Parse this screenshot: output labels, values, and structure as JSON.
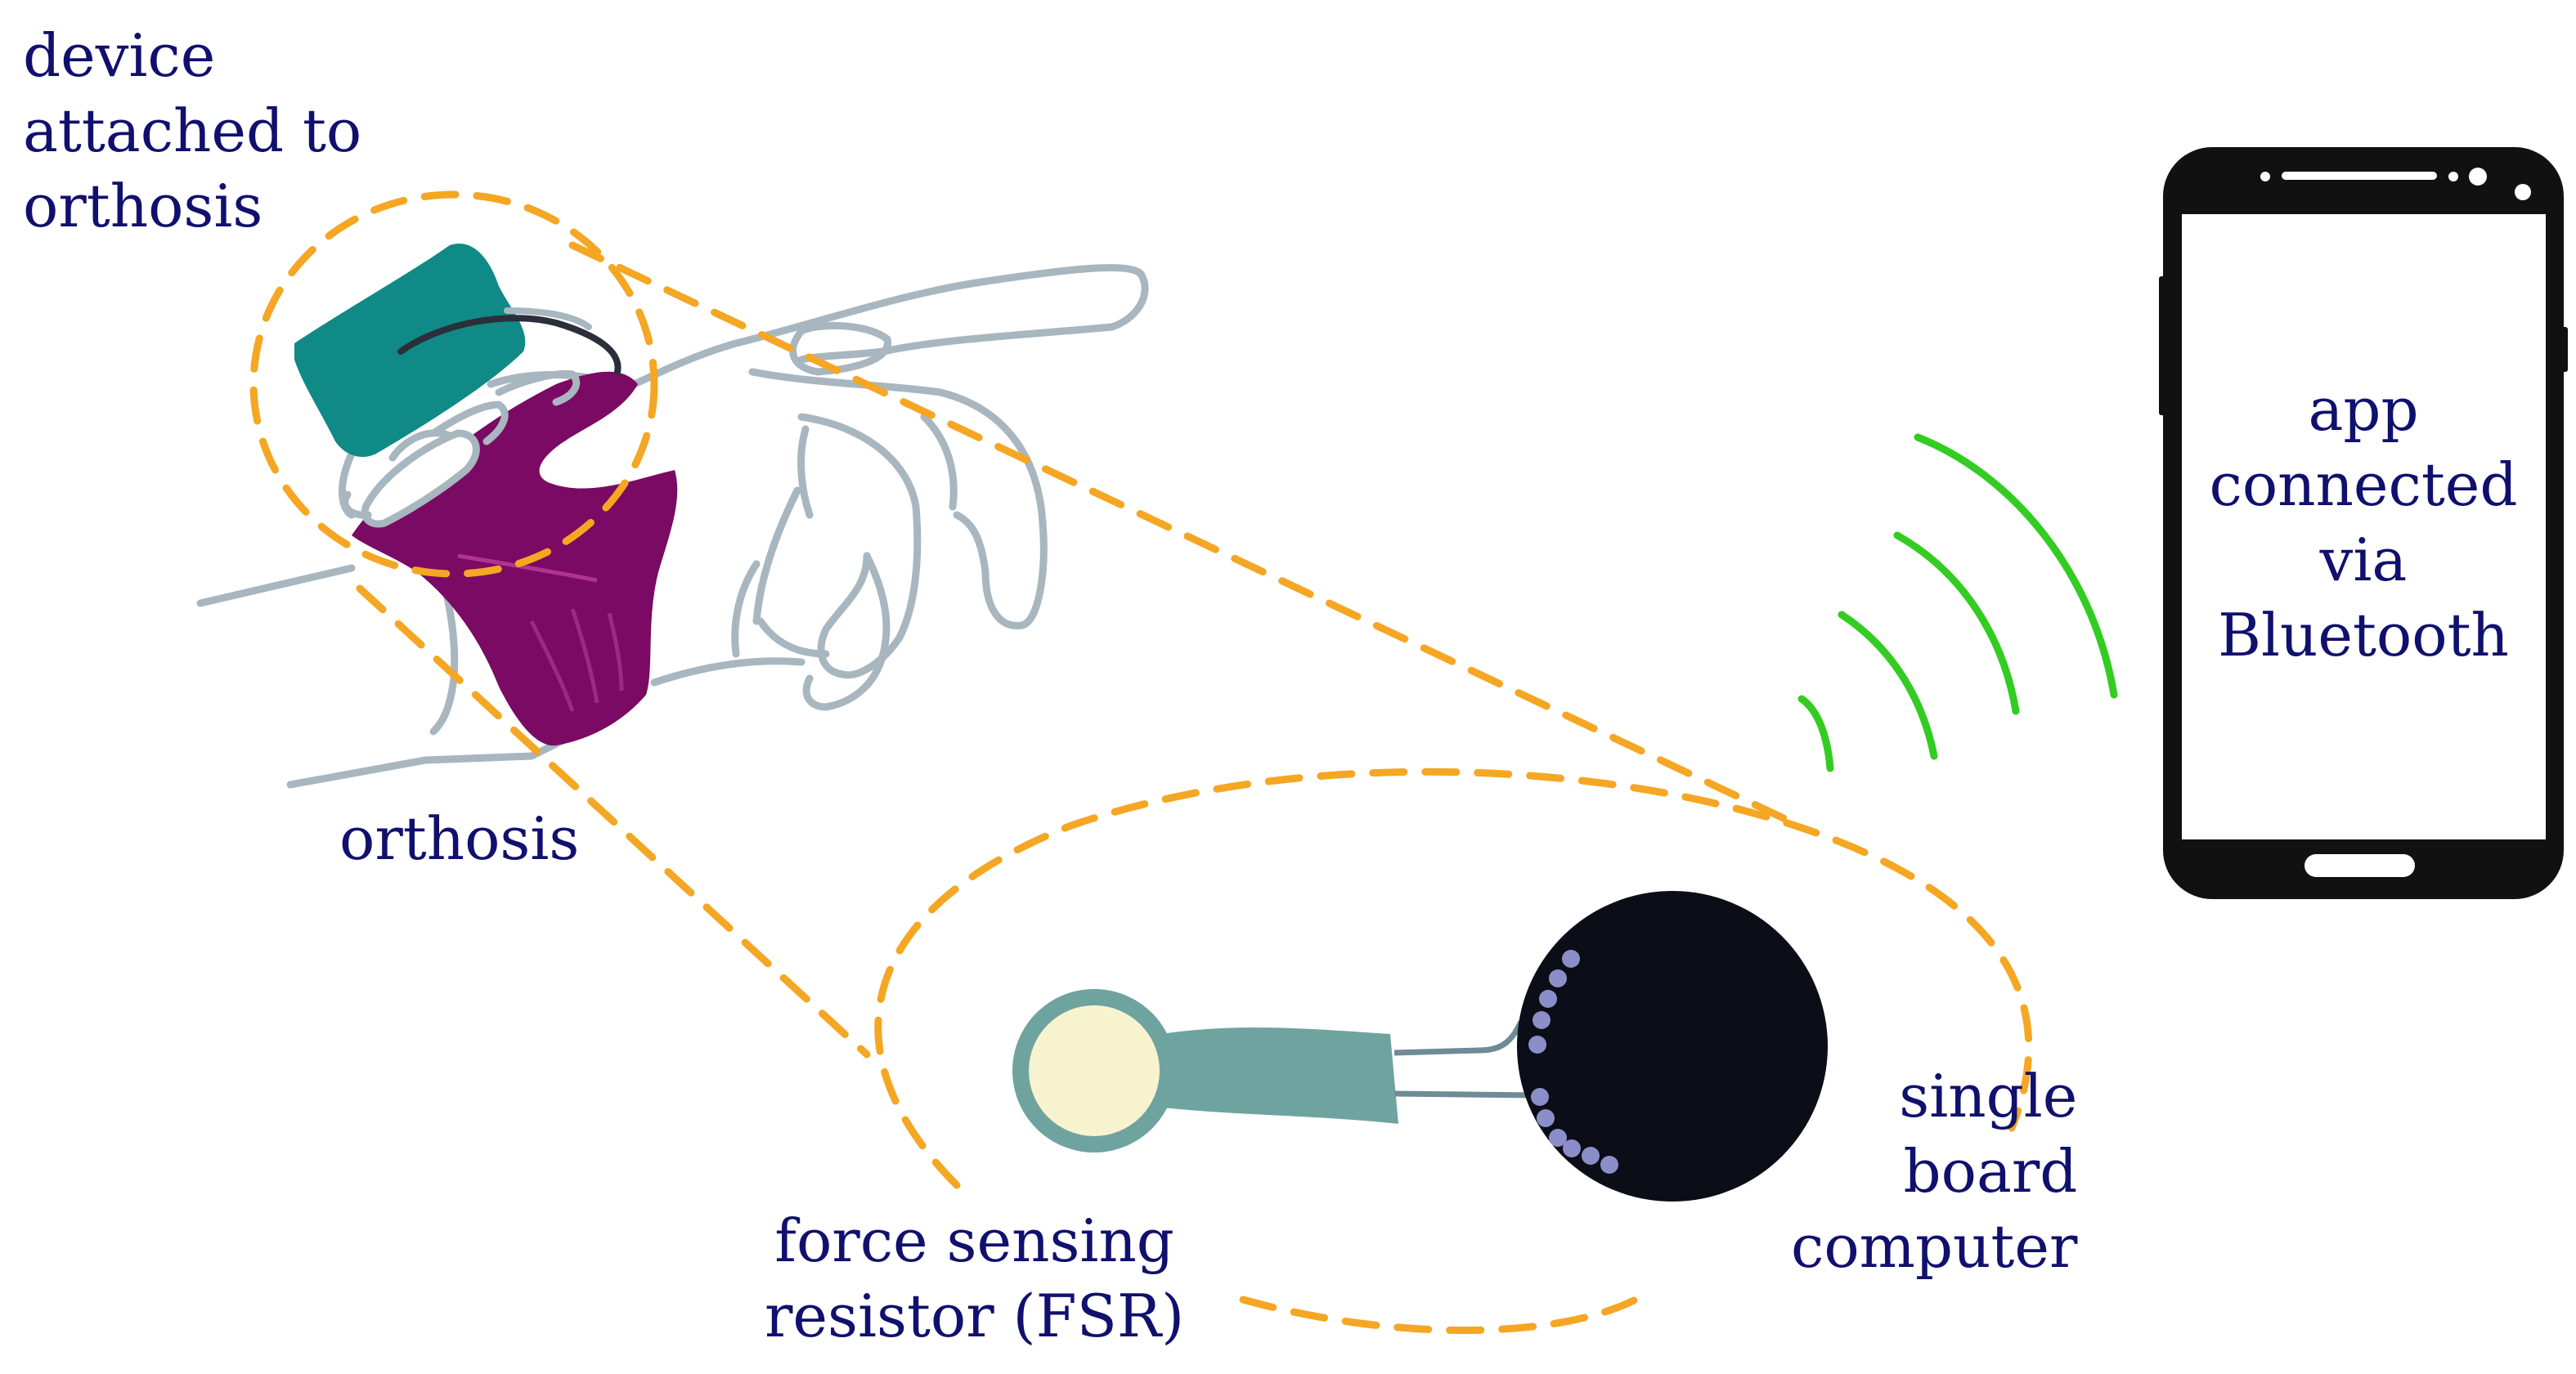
{
  "labels": {
    "device": [
      "device",
      "attached to",
      "orthosis"
    ],
    "orthosis": "orthosis",
    "fsr": [
      "force sensing",
      "resistor (FSR)"
    ],
    "sbc": [
      "single",
      "board",
      "computer"
    ],
    "app": [
      "app",
      "connected",
      "via",
      "Bluetooth"
    ]
  },
  "icons": {
    "hand": "hand-icon",
    "orthosis": "orthosis-icon",
    "device": "device-box-icon",
    "fsr": "fsr-sensor-icon",
    "sbc": "single-board-computer-icon",
    "phone": "smartphone-icon",
    "signal": "wireless-signal-icon"
  },
  "colors": {
    "text": "#10106e",
    "callout": "#f5a623",
    "orthosis": "#7a0a63",
    "device": "#0f8a86",
    "hand_outline": "#a8b6bf",
    "fsr_body": "#6fa3a0",
    "fsr_pad": "#f8f3cf",
    "sbc": "#0b0d17",
    "pins": "#8c8ec9",
    "signal": "#33cc22",
    "phone": "#111111"
  }
}
